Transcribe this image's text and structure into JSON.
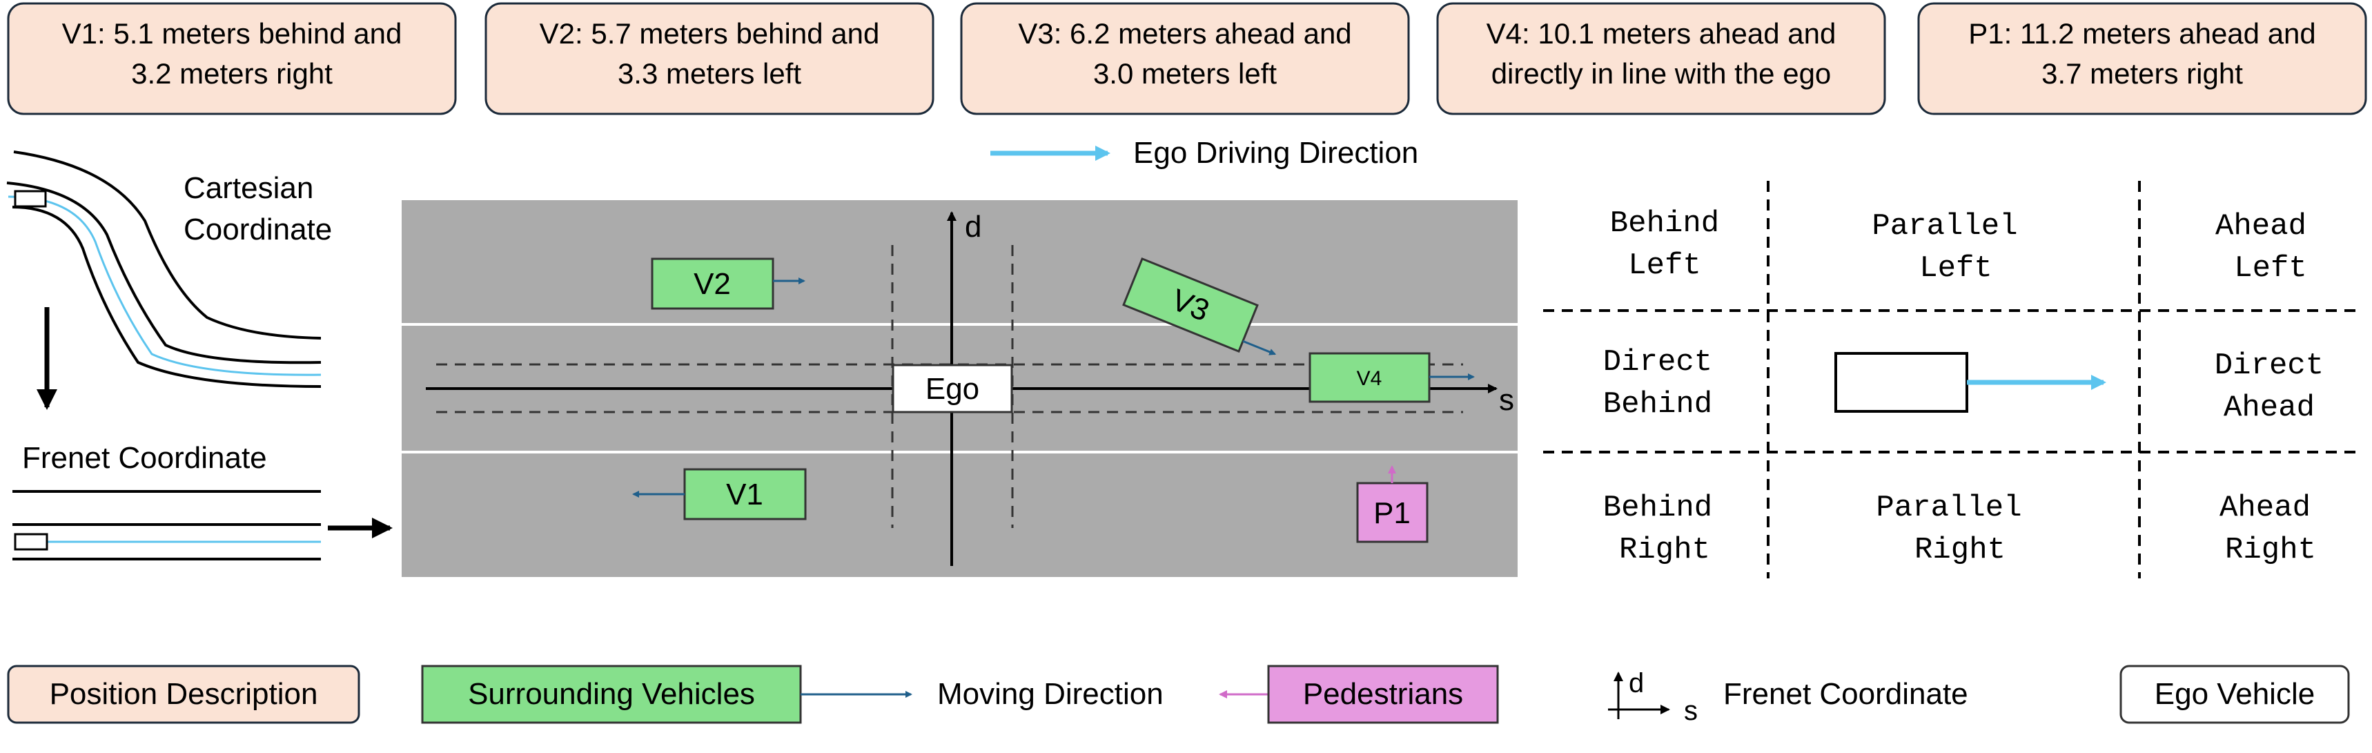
{
  "position_descriptions": [
    {
      "id": "V1",
      "line1": "V1: 5.1 meters behind and",
      "line2": "3.2 meters right"
    },
    {
      "id": "V2",
      "line1": "V2: 5.7 meters behind and",
      "line2": "3.3 meters left"
    },
    {
      "id": "V3",
      "line1": "V3: 6.2 meters ahead and",
      "line2": "3.0 meters left"
    },
    {
      "id": "V4",
      "line1": "V4: 10.1 meters ahead and",
      "line2": "directly in line with the ego"
    },
    {
      "id": "P1",
      "line1": "P1: 11.2 meters ahead and",
      "line2": "3.7 meters right"
    }
  ],
  "ego_direction_label": "Ego Driving Direction",
  "coordinate_panel": {
    "cartesian_line1": "Cartesian",
    "cartesian_line2": "Coordinate",
    "frenet_label": "Frenet Coordinate"
  },
  "scene": {
    "axis_d": "d",
    "axis_s": "s",
    "ego": "Ego",
    "vehicles": [
      "V1",
      "V2",
      "V3",
      "V4"
    ],
    "pedestrian": "P1"
  },
  "grid": {
    "cells": [
      {
        "l1": "Behind",
        "l2": "Left"
      },
      {
        "l1": "Parallel",
        "l2": "Left"
      },
      {
        "l1": "Ahead",
        "l2": "Left"
      },
      {
        "l1": "Direct",
        "l2": "Behind"
      },
      {
        "l1": "",
        "l2": ""
      },
      {
        "l1": "Direct",
        "l2": "Ahead"
      },
      {
        "l1": "Behind",
        "l2": "Right"
      },
      {
        "l1": "Parallel",
        "l2": "Right"
      },
      {
        "l1": "Ahead",
        "l2": "Right"
      }
    ]
  },
  "legend": {
    "position_description": "Position Description",
    "surrounding_vehicles": "Surrounding Vehicles",
    "moving_direction": "Moving Direction",
    "pedestrians": "Pedestrians",
    "frenet_d": "d",
    "frenet_s": "s",
    "frenet_coordinate": "Frenet Coordinate",
    "ego_vehicle": "Ego Vehicle"
  },
  "colors": {
    "description_fill": "#fbe3d5",
    "vehicle_fill": "#86e08c",
    "pedestrian_fill": "#e69ae0",
    "road_gray": "#ababab",
    "ego_arrow": "#5cc4ee",
    "move_arrow": "#1f5f8b",
    "ped_arrow": "#d06bc8"
  }
}
